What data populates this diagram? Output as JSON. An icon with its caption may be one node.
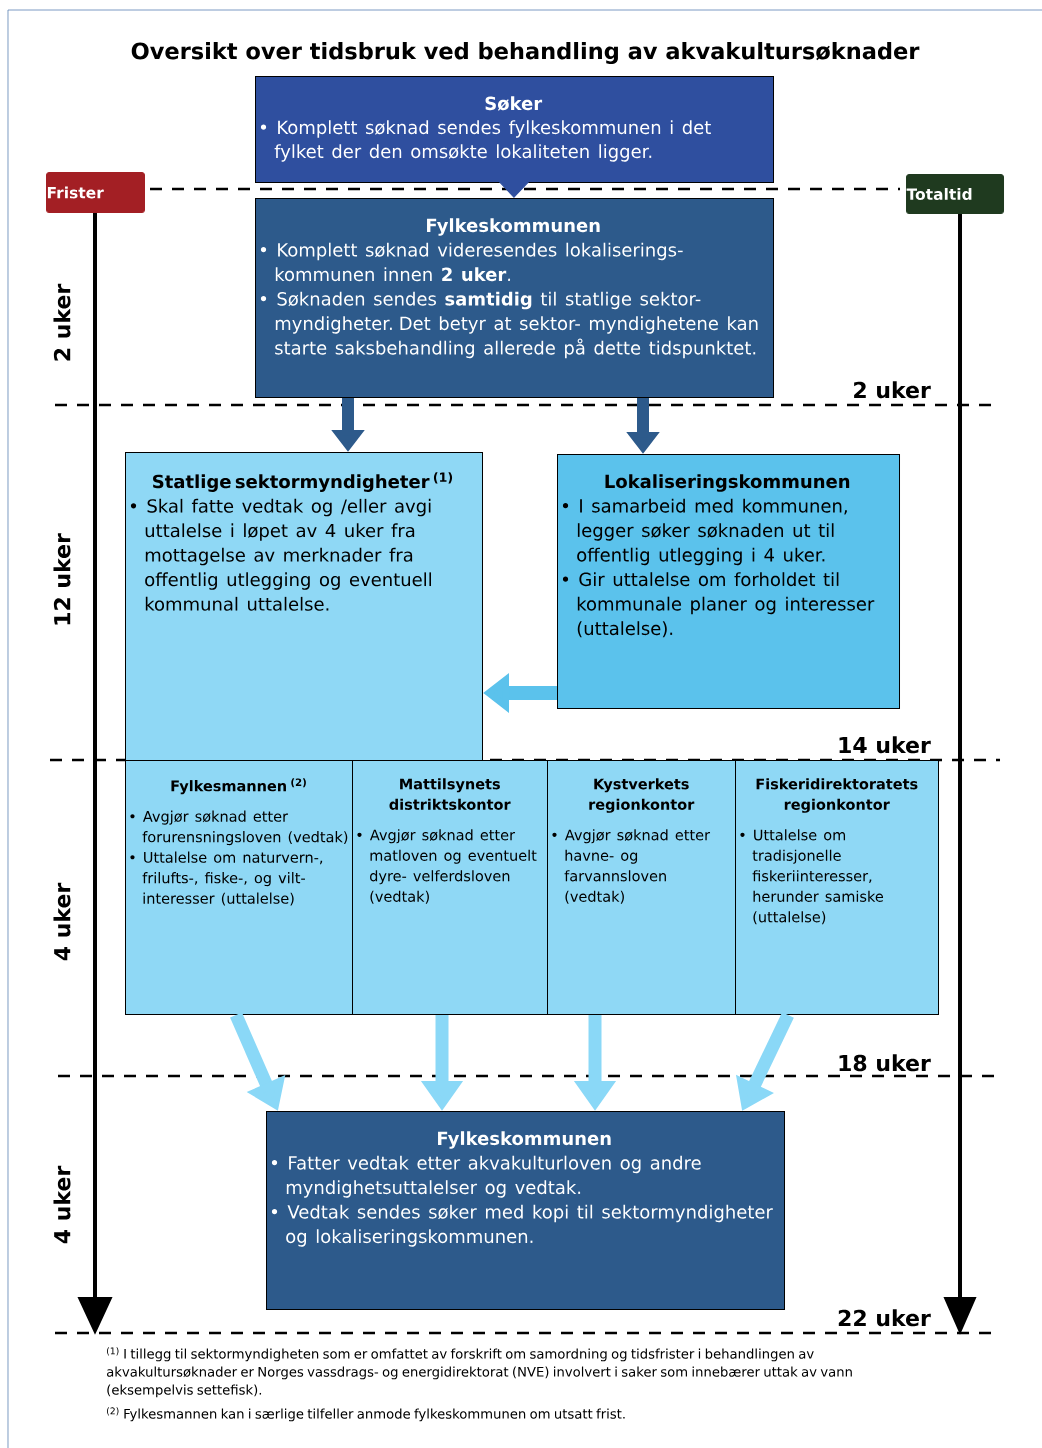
{
  "diagram": {
    "title": "Oversikt over tidsbruk ved behandling av akvakultursøknader",
    "nodes": [
      {
        "text": [
          "Søker",
          "• Komplett søknad sendes fylkeskommunen i det fylket der den omsøkte lokaliteten ligger."
        ]
      },
      {
        "text": [
          "Fylkeskommunen",
          "• Komplett søknad videresendes lokaliserings- kommunen innen **2 uker**.",
          "• Søknaden sendes **samtidig** til statlige sektor- myndigheter. Det betyr at sektor- myndighetene kan starte saksbehandling allerede på dette tidspunktet."
        ]
      },
      {
        "text": [
          "Statlige sektormyndigheter $^{(1)}$",
          "• Skal fatte vedtak og /eller avgi uttalelse i løpet av 4 uker fra mottagelse av merknader fra offentlig utlegging og eventuell kommunal uttalelse."
        ]
      },
      {
        "text": [
          "Lokaliseringskommunen",
          "• I samarbeid med kommunen, legger søker søknaden ut til offentlig utlegging i 4 uker.",
          "• Gir uttalelse om forholdet til kommunale planer og interesser (uttalelse)."
        ]
      },
      {
        "text": [
          "Fylkesmannen $^{(2)}$",
          "• Avgjør søknad etter forurensningsloven (vedtak)",
          "• Uttalelse om naturvern-, frilufts-, fiske-, og vilt- interesser (uttalelse)"
        ]
      },
      {
        "text": [
          "Mattilsynets distriktskontor",
          "• Avgjør søknad etter matloven og eventuelt dyre- velferdsloven (vedtak)"
        ]
      },
      {
        "text": [
          "Kystverkets regionkontor",
          "• Avgjør søknad etter havne- og farvannsloven (vedtak)"
        ]
      },
      {
        "text": [
          "Fiskeridirektoratets regionkontor",
          "• Uttalelse om tradisjonelle fiskeriinteresser, herunder samiske (uttalelse)"
        ]
      },
      {
        "text": [
          "Fylkeskommunen",
          "• Fatter vedtak etter akvakulturloven og andre myndighetsuttalelser og vedtak.",
          "• Vedtak sendes søker med kopi til sektormyndigheter og lokaliseringskommunen."
        ]
      },
      {
        "text": [
          "Frister"
        ]
      },
      {
        "text": [
          "Totaltid"
        ]
      }
    ],
    "edges": [
      {
        "from": 0,
        "to": 1,
        "arrow": "to",
        "color": "#2f4f9f"
      },
      {
        "from": 1,
        "to": 2,
        "arrow": "to",
        "color": "#2d5a8b"
      },
      {
        "from": 1,
        "to": 3,
        "arrow": "to",
        "color": "#2d5a8b"
      },
      {
        "from": 3,
        "to": 2,
        "arrow": "to",
        "color": "#5bc2ec"
      },
      {
        "from": 4,
        "to": 8,
        "arrow": "to"
      },
      {
        "from": 5,
        "to": 8,
        "arrow": "to"
      },
      {
        "from": 6,
        "to": 8,
        "arrow": "to"
      },
      {
        "from": 7,
        "to": 8,
        "arrow": "to"
      },
      {
        "from": 9,
        "to": null,
        "arrow": "to",
        "color": "#000000"
      },
      {
        "from": 10,
        "to": null,
        "arrow": "to",
        "color": "#000000"
      }
    ],
    "labels": [
      "2 uker",
      "2 uker",
      "12 uker",
      "14 uker",
      "4 uker",
      "18 uker",
      "4 uker",
      "22 uker",
      "$^{(1)}$ I tillegg til sektormyndigheten som er omfattet av forskrift om samordning og tidsfrister i behandlingen av akvakultursøknader er Norges vassdrags- og energidirektorat (NVE) involvert i saker som innebærer uttak av vann (eksempelvis settefisk).",
      "$^{(2)}$ Fylkesmannen kan i særlige tilfeller anmode fylkeskommunen om utsatt frist."
    ]
  }
}
